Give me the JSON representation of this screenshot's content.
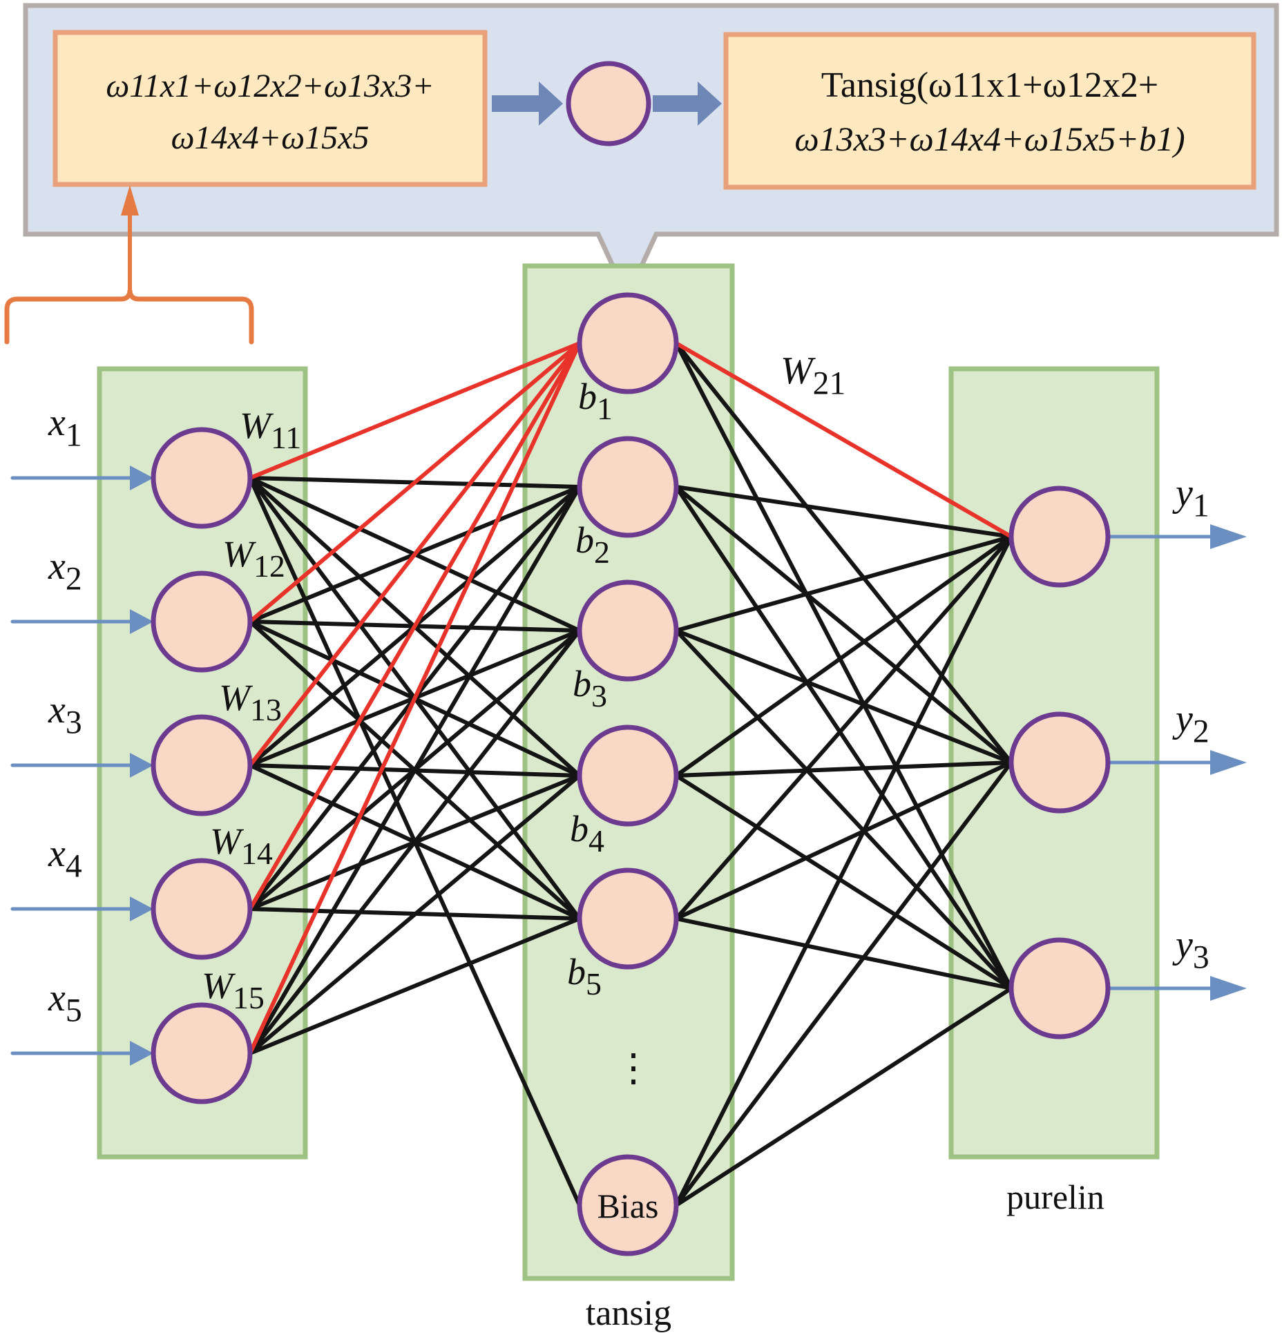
{
  "colors": {
    "callout_fill": "#dae1ee",
    "callout_stroke": "#b3aca8",
    "formula_box_fill": "#fde8bf",
    "formula_box_stroke": "#e9a17b",
    "layer_fill": "#dae8cb",
    "layer_stroke": "#9dc283",
    "node_fill": "#f9d8c6",
    "node_stroke": "#6c3b8f",
    "io_arrow": "#6a8fc0",
    "block_arrow": "#6e87b6",
    "brace": "#e57a42",
    "highlight_edge": "#e8332a",
    "edge": "#141414"
  },
  "callout": {
    "weighted_sum_line1": "ω11x1+ω12x2+ω13x3+",
    "weighted_sum_line2": "ω14x4+ω15x5",
    "activation_line1": "Tansig(ω11x1+ω12x2+",
    "activation_line2": "ω13x3+ω14x4+ω15x5+b1)"
  },
  "input_layer": {
    "inputs": [
      {
        "var": "x",
        "sub": "1",
        "weight": "W",
        "weight_sub": "11"
      },
      {
        "var": "x",
        "sub": "2",
        "weight": "W",
        "weight_sub": "12"
      },
      {
        "var": "x",
        "sub": "3",
        "weight": "W",
        "weight_sub": "13"
      },
      {
        "var": "x",
        "sub": "4",
        "weight": "W",
        "weight_sub": "14"
      },
      {
        "var": "x",
        "sub": "5",
        "weight": "W",
        "weight_sub": "15"
      }
    ]
  },
  "hidden_layer": {
    "label": "tansig",
    "nodes": [
      {
        "var": "b",
        "sub": "1"
      },
      {
        "var": "b",
        "sub": "2"
      },
      {
        "var": "b",
        "sub": "3"
      },
      {
        "var": "b",
        "sub": "4"
      },
      {
        "var": "b",
        "sub": "5"
      }
    ],
    "ellipsis": "⋮",
    "bias_label": "Bias"
  },
  "output_layer": {
    "label": "purelin",
    "outputs": [
      {
        "var": "y",
        "sub": "1"
      },
      {
        "var": "y",
        "sub": "2"
      },
      {
        "var": "y",
        "sub": "3"
      }
    ]
  },
  "weight_label_hidden_output": {
    "var": "W",
    "sub": "21"
  }
}
